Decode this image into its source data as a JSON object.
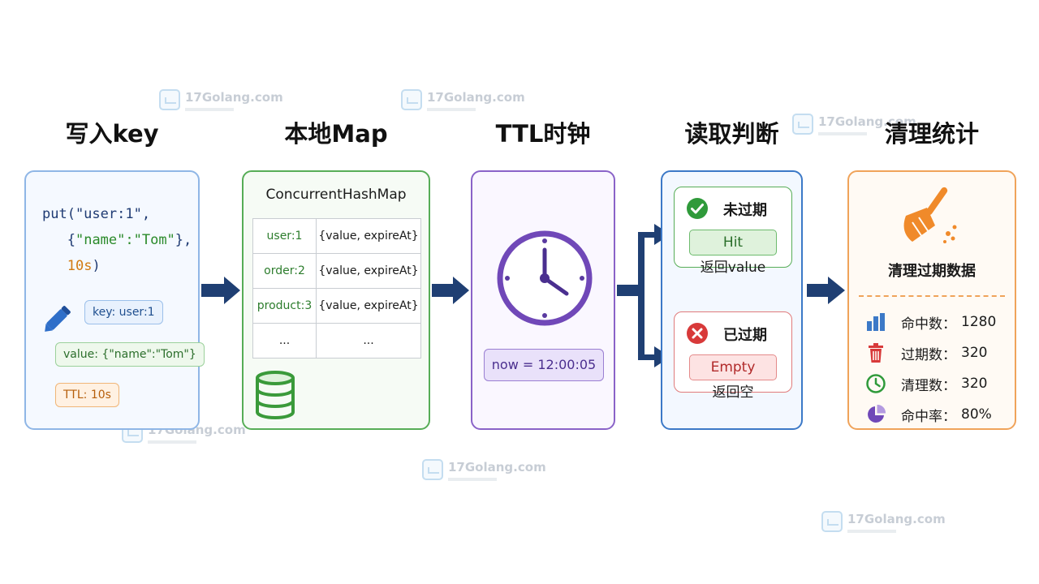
{
  "titles": [
    "写入key",
    "本地Map",
    "TTL时钟",
    "读取判断",
    "清理统计"
  ],
  "write": {
    "code_line1": "put(\"user:1\",",
    "code_line2_open": "{",
    "code_line2_string": "\"name\":\"Tom\"",
    "code_line2_close": "},",
    "code_line3_num": "10s",
    "code_line3_close": ")",
    "tag_key": "key: user:1",
    "tag_value": "value: {\"name\":\"Tom\"}",
    "tag_ttl": "TTL: 10s"
  },
  "map": {
    "title": "ConcurrentHashMap",
    "rows": [
      {
        "key": "user:1",
        "value": "{value, expireAt}"
      },
      {
        "key": "order:2",
        "value": "{value, expireAt}"
      },
      {
        "key": "product:3",
        "value": "{value, expireAt}"
      },
      {
        "key": "...",
        "value": "..."
      }
    ]
  },
  "clock": {
    "now": "now = 12:00:05"
  },
  "judge": {
    "hit_label": "未过期",
    "hit_pill": "Hit",
    "hit_return": "返回value",
    "miss_label": "已过期",
    "miss_pill": "Empty",
    "miss_return": "返回空"
  },
  "stats": {
    "title": "清理过期数据",
    "items": [
      {
        "label": "命中数：",
        "value": "1280",
        "icon": "bar-chart-icon"
      },
      {
        "label": "过期数：",
        "value": "320",
        "icon": "trash-icon"
      },
      {
        "label": "清理数：",
        "value": "320",
        "icon": "clock-icon"
      },
      {
        "label": "命中率：",
        "value": "80%",
        "icon": "pie-chart-icon"
      }
    ]
  },
  "watermark": "17Golang.com",
  "colors": {
    "arrow": "#1f3f73",
    "blue": "#3c79c7",
    "green": "#57ad57",
    "purple": "#7048b8",
    "orange": "#f08a2a",
    "red": "#d83a3a"
  }
}
